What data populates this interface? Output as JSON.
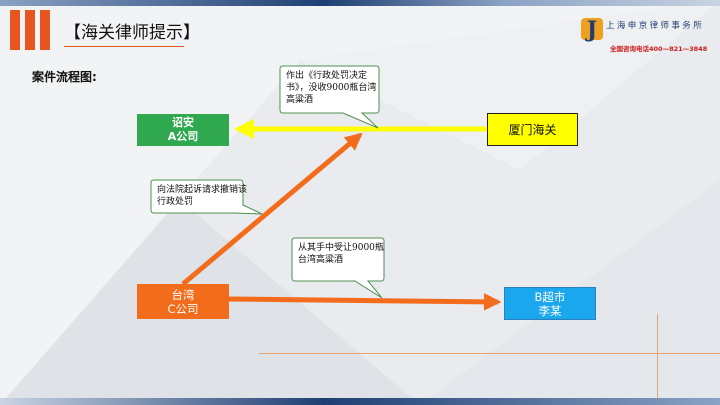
{
  "header": {
    "title": "【海关律师提示】",
    "subtitle": "案件流程图:"
  },
  "logo": {
    "mark_text": "J",
    "name": "上海申京律师事务所",
    "phone": "全国咨询电话400—821—3848"
  },
  "diagram": {
    "nodes": {
      "zhaoan": {
        "line1": "诏安",
        "line2": "A公司"
      },
      "xiamen": {
        "line1": "厦门海关"
      },
      "taiwan": {
        "line1": "台湾",
        "line2": "C公司"
      },
      "bshop": {
        "line1": "B超市",
        "line2": "李某"
      }
    },
    "callouts": {
      "decision": "作出《行政处罚决定书》，没收9000瓶台湾高粱酒",
      "lawsuit": "向法院起诉请求撤销该行政处罚",
      "purchase": "从其手中受让9000瓶台湾高粱酒"
    },
    "colors": {
      "accent": "#e8561f",
      "yellow_arrow": "#ffff00",
      "orange_arrow": "#f26c1c",
      "green_box": "#2fa84f",
      "cyan_box": "#1aa7ee"
    }
  }
}
